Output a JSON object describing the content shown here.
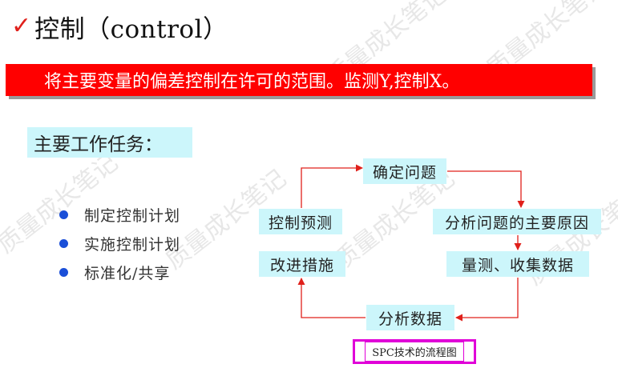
{
  "slide": {
    "title": "控制（control）",
    "banner": "将主要变量的偏差控制在许可的范围。监测Y,控制X。",
    "tasks_heading": "主要工作任务：",
    "tasks": [
      "制定控制计划",
      "实施控制计划",
      "标准化/共享"
    ],
    "flow": {
      "confirm_problem": "确定问题",
      "analyze_causes": "分析问题的主要原因",
      "measure_collect": "量测、收集数据",
      "analyze_data": "分析数据",
      "improve_measures": "改进措施",
      "control_forecast": "控制预测",
      "caption": "SPC技术的流程图"
    },
    "watermark": "质量成长笔记"
  },
  "colors": {
    "banner": "#ff0000",
    "box": "#ccf6fb",
    "arrow": "#e0201b",
    "caption_border": "#e000d8",
    "bullet": "#1a4fd8"
  }
}
